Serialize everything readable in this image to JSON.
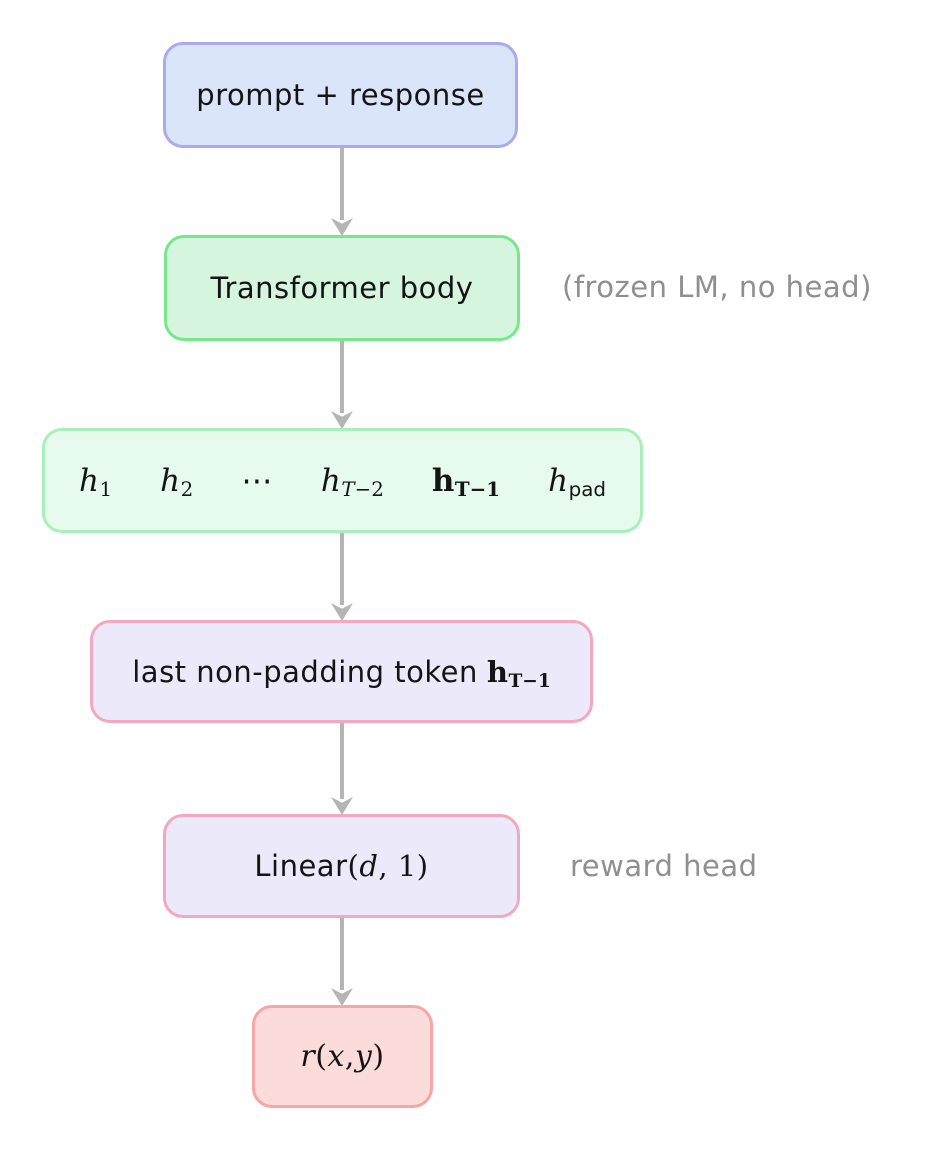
{
  "diagram": {
    "background": "#ffffff",
    "arrow_color": "#b5b5b5",
    "note_color": "#8f8f8f",
    "nodes": {
      "input": {
        "label": "prompt + response",
        "fill": "#dbe5fa",
        "border": "#a9aaef"
      },
      "transformer": {
        "label": "Transformer body",
        "fill": "#d5f5df",
        "border": "#77e78a"
      },
      "hidden_states": {
        "fill": "#e7faee",
        "border": "#a9efbc",
        "tokens": [
          {
            "base": "h",
            "sub": "1"
          },
          {
            "base": "h",
            "sub": "2"
          },
          {
            "dots": "⋯"
          },
          {
            "base": "h",
            "sub_var": "T",
            "sub_rest": "−2"
          },
          {
            "base": "h",
            "sub": "T−1",
            "emphasis": "bold"
          },
          {
            "base": "h",
            "sub": "pad"
          }
        ]
      },
      "last_token": {
        "prefix": "last non-padding token",
        "vector_base": "h",
        "vector_sub": "T−1",
        "fill": "#ece9fb",
        "border": "#f2a9c0"
      },
      "linear": {
        "fn": "Linear",
        "open": "(",
        "arg": "d",
        "close": ", 1)",
        "fill": "#ece9fb",
        "border": "#f2a9c0"
      },
      "reward": {
        "fn": "r",
        "open": "(",
        "arg1": "x",
        "sep": ", ",
        "arg2": "y",
        "close": ")",
        "fill": "#fcdbdb",
        "border": "#f7a6a6"
      }
    },
    "notes": {
      "frozen": "(frozen LM, no head)",
      "reward_head": "reward head"
    },
    "edges": [
      {
        "from": "input",
        "to": "transformer"
      },
      {
        "from": "transformer",
        "to": "hidden_states"
      },
      {
        "from": "hidden_states",
        "to": "last_token"
      },
      {
        "from": "last_token",
        "to": "linear"
      },
      {
        "from": "linear",
        "to": "reward"
      }
    ]
  }
}
